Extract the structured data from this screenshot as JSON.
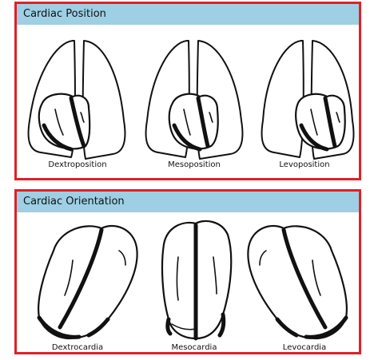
{
  "position_panel": {
    "title": "Cardiac Position",
    "labels": [
      "Dextroposition",
      "Mesoposition",
      "Levoposition"
    ]
  },
  "orientation_panel": {
    "title": "Cardiac Orientation",
    "labels": [
      "Dextrocardia",
      "Mesocardia",
      "Levocardia"
    ]
  },
  "colors": {
    "border": "#e02026",
    "header": "#9fcfe4"
  }
}
